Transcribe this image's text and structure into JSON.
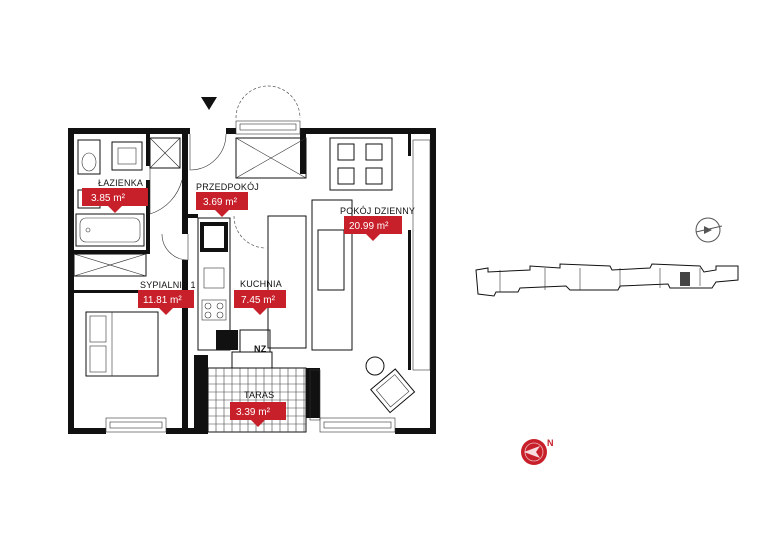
{
  "rooms": [
    {
      "name": "ŁAZIENKA",
      "area": "3.85 m²"
    },
    {
      "name": "PRZEDPOKÓJ",
      "area": "3.69 m²"
    },
    {
      "name": "POKÓJ DZIENNY",
      "area": "20.99 m²"
    },
    {
      "name": "SYPIALNIA 1",
      "area": "11.81 m²"
    },
    {
      "name": "KUCHNIA",
      "area": "7.45 m²"
    },
    {
      "name": "TARAS",
      "area": "3.39 m²"
    }
  ],
  "fixtures": {
    "fridge_label": "NZ"
  },
  "icons": {
    "entrance": "triangle-down-icon",
    "compass": "north-arrow-icon",
    "sun": "sun-direction-icon"
  },
  "compass_letter": "N",
  "colors": {
    "accent": "#c8202b",
    "wall": "#111111",
    "terrace_grid": "#444444"
  }
}
